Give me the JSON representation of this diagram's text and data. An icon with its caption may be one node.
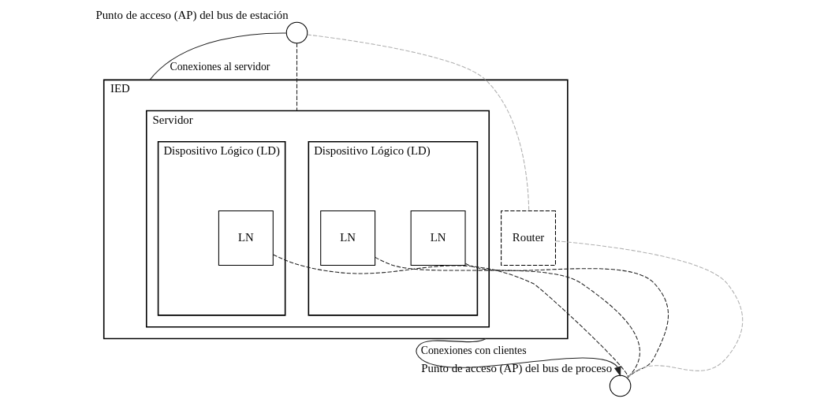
{
  "diagram": {
    "nodes": [
      {
        "text": [],
        "shape": "circle",
        "beside": [
          "Punto de acceso (AP) del bus de estación"
        ]
      },
      {
        "text": [
          "IED"
        ]
      },
      {
        "text": [
          "Servidor"
        ],
        "in": 1
      },
      {
        "text": [
          "Dispositivo Lógico (LD)"
        ],
        "in": 2
      },
      {
        "text": [
          "LN"
        ],
        "in": 3
      },
      {
        "text": [
          "LN"
        ],
        "in": 3
      },
      {
        "text": [
          "Dispositivo Lógico (LD)"
        ],
        "in": 2
      },
      {
        "text": [
          "LN"
        ],
        "in": 6
      },
      {
        "text": [
          "Router"
        ],
        "in": 1
      },
      {
        "text": [],
        "shape": "circle",
        "beside": [
          "Punto de acceso (AP) del bus de proceso"
        ]
      }
    ],
    "edges": [
      {
        "from": 0,
        "to": 1,
        "arrow": "none",
        "label": "Conexiones al servidor"
      },
      {
        "from": 0,
        "to": 2,
        "arrow": "none",
        "style": "dashed"
      },
      {
        "from": 0,
        "to": 8,
        "arrow": "none",
        "style": "dashed",
        "color": "#b0b0b0"
      },
      {
        "from": 1,
        "to": 9,
        "arrow": "to",
        "label": "Conexiones con clientes"
      },
      {
        "from": 4,
        "to": 9,
        "arrow": "none",
        "style": "dashed"
      },
      {
        "from": 5,
        "to": 9,
        "arrow": "none",
        "style": "dashed"
      },
      {
        "from": 7,
        "to": 9,
        "arrow": "none",
        "style": "dashed"
      },
      {
        "from": 8,
        "to": 9,
        "arrow": "none",
        "style": "dashed",
        "color": "#b0b0b0"
      }
    ]
  }
}
